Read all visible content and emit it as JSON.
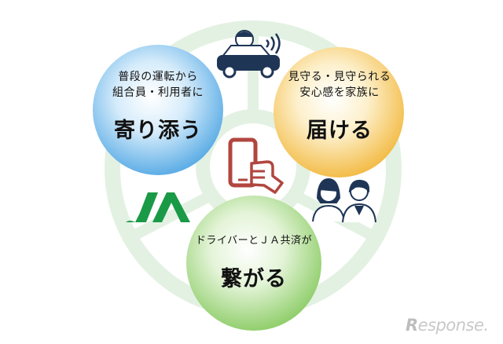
{
  "bubbles": {
    "left": {
      "line1": "普段の運転から",
      "line2": "組合員・利用者に",
      "headline": "寄り添う"
    },
    "right": {
      "line1": "見守る・見守られる",
      "line2": "安心感を家族に",
      "headline": "届ける"
    },
    "bottom": {
      "line1": "ドライバーとＪＡ共済が",
      "headline": "繋がる"
    }
  },
  "logo": {
    "text": "JA"
  },
  "watermark": {
    "prefix": "R",
    "rest": "esponse."
  },
  "colors": {
    "ring": "#e3f1e3",
    "left_bubble": "#7ec0ef",
    "right_bubble": "#f7cf72",
    "bottom_bubble": "#a8d98a",
    "phone": "#b1463f",
    "navy": "#1f3556",
    "ja_green": "#1a9a46"
  }
}
